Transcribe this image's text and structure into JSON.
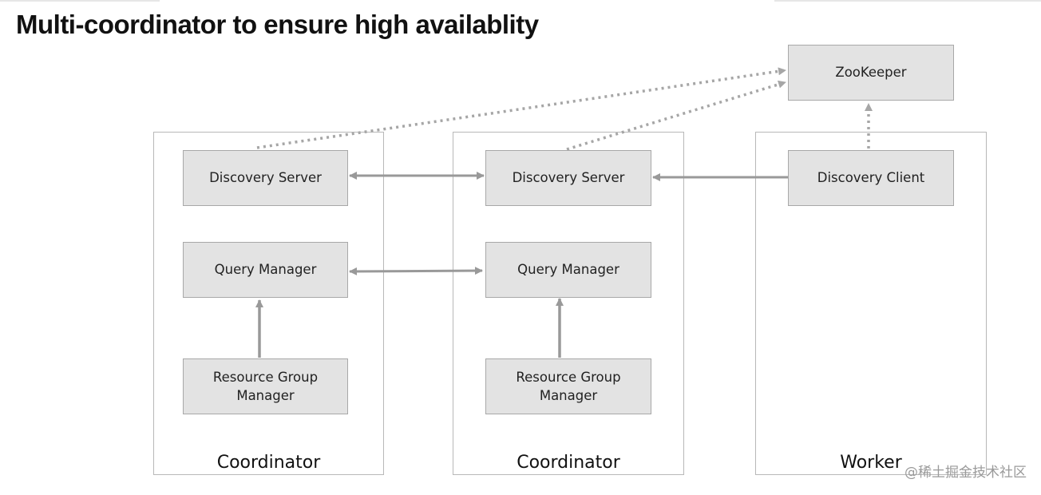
{
  "title": "Multi-coordinator to ensure high availablity",
  "colors": {
    "node_fill": "#e3e3e3",
    "node_border": "#a8a8a8",
    "container_border": "#b8b8b8",
    "edge_solid": "#999999",
    "edge_dotted": "#a6a6a6"
  },
  "containers": {
    "coord1": {
      "label": "Coordinator"
    },
    "coord2": {
      "label": "Coordinator"
    },
    "worker": {
      "label": "Worker"
    }
  },
  "nodes": {
    "zookeeper": "ZooKeeper",
    "c1_discovery": "Discovery Server",
    "c1_query": "Query  Manager",
    "c1_resource": "Resource Group\nManager",
    "c2_discovery": "Discovery Server",
    "c2_query": "Query  Manager",
    "c2_resource": "Resource Group\nManager",
    "w_discovery_client": "Discovery Client"
  },
  "edges": [
    {
      "from": "c1_discovery",
      "to": "zookeeper",
      "style": "dotted",
      "arrow": "end"
    },
    {
      "from": "c2_discovery",
      "to": "zookeeper",
      "style": "dotted",
      "arrow": "end"
    },
    {
      "from": "w_discovery_client",
      "to": "zookeeper",
      "style": "dotted",
      "arrow": "end"
    },
    {
      "from": "c1_discovery",
      "to": "c2_discovery",
      "style": "solid",
      "arrow": "both"
    },
    {
      "from": "w_discovery_client",
      "to": "c2_discovery",
      "style": "solid",
      "arrow": "end"
    },
    {
      "from": "c1_query",
      "to": "c2_query",
      "style": "solid",
      "arrow": "both"
    },
    {
      "from": "c1_resource",
      "to": "c1_query",
      "style": "solid",
      "arrow": "end"
    },
    {
      "from": "c2_resource",
      "to": "c2_query",
      "style": "solid",
      "arrow": "end"
    }
  ],
  "watermark": "@稀土掘金技术社区"
}
